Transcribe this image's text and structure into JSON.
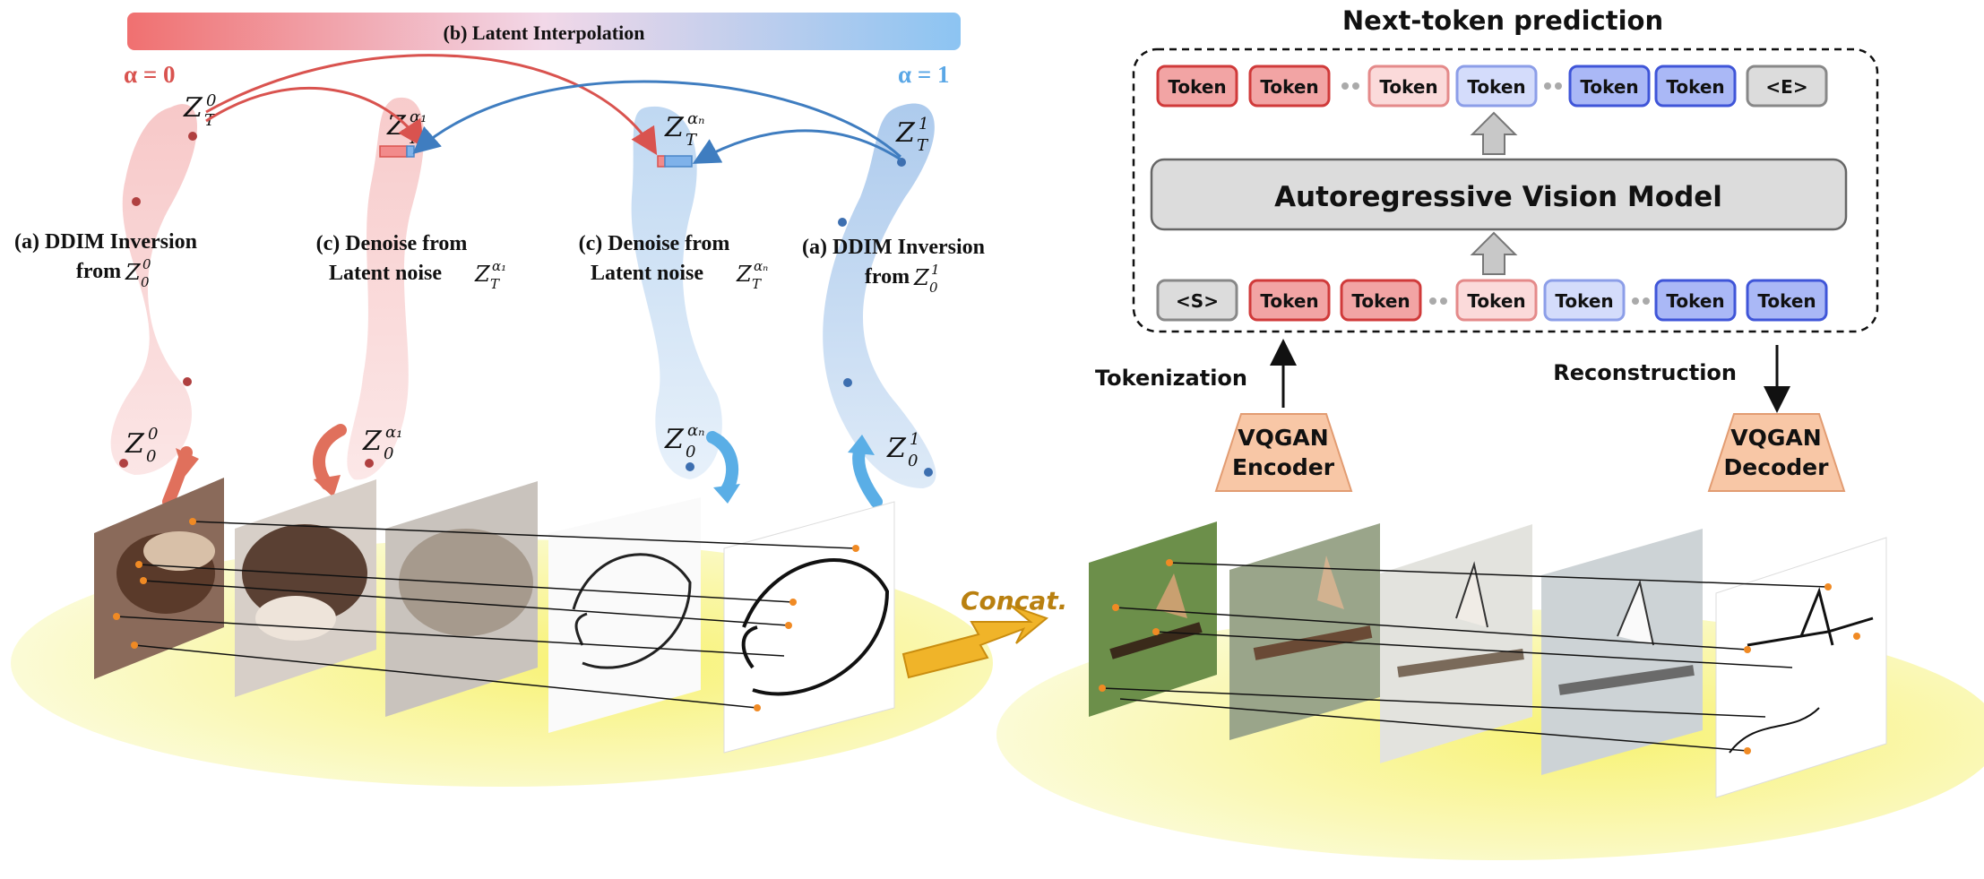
{
  "interpolation": {
    "title": "(b) Latent Interpolation",
    "alpha0_label": "α = 0",
    "alpha1_label": "α = 1"
  },
  "paths": [
    {
      "id": "inv0",
      "caption": [
        "(a) DDIM Inversion",
        "from"
      ],
      "math": "Z",
      "sub": "0",
      "sup": "0",
      "color": "#d9534f"
    },
    {
      "id": "den1",
      "caption": [
        "(c) Denoise from",
        "Latent noise"
      ],
      "math": "Z",
      "sub": "T",
      "sup": "α₁",
      "color": "#d9534f"
    },
    {
      "id": "denn",
      "caption": [
        "(c) Denoise from",
        "Latent noise"
      ],
      "math": "Z",
      "sub": "T",
      "sup": "αₙ",
      "color": "#4a86c8"
    },
    {
      "id": "inv1",
      "caption": [
        "(a) DDIM Inversion",
        "from"
      ],
      "math": "Z",
      "sub": "0",
      "sup": "1",
      "color": "#4a86c8"
    }
  ],
  "latents": {
    "zt0": {
      "base": "Z",
      "sub": "T",
      "sup": "0"
    },
    "ztA1": {
      "base": "Z",
      "sub": "T",
      "sup": "α₁"
    },
    "ztAn": {
      "base": "Z",
      "sub": "T",
      "sup": "αₙ"
    },
    "zt1": {
      "base": "Z",
      "sub": "T",
      "sup": "1"
    },
    "z00": {
      "base": "Z",
      "sub": "0",
      "sup": "0"
    },
    "z0A1": {
      "base": "Z",
      "sub": "0",
      "sup": "α₁"
    },
    "z0An": {
      "base": "Z",
      "sub": "0",
      "sup": "αₙ"
    },
    "z01": {
      "base": "Z",
      "sub": "0",
      "sup": "1"
    }
  },
  "concat_label": "Concat.",
  "ntp": {
    "title": "Next-token prediction",
    "model_label": "Autoregressive Vision Model",
    "output_tokens": [
      {
        "label": "Token",
        "kind": "red"
      },
      {
        "label": "Token",
        "kind": "red"
      },
      {
        "label": "Token",
        "kind": "lightred"
      },
      {
        "label": "Token",
        "kind": "lightblue"
      },
      {
        "label": "Token",
        "kind": "blue"
      },
      {
        "label": "Token",
        "kind": "blue"
      },
      {
        "label": "<E>",
        "kind": "gray"
      }
    ],
    "input_tokens": [
      {
        "label": "<S>",
        "kind": "gray"
      },
      {
        "label": "Token",
        "kind": "red"
      },
      {
        "label": "Token",
        "kind": "red"
      },
      {
        "label": "Token",
        "kind": "lightred"
      },
      {
        "label": "Token",
        "kind": "lightblue"
      },
      {
        "label": "Token",
        "kind": "blue"
      },
      {
        "label": "Token",
        "kind": "blue"
      }
    ],
    "tokenization_label": "Tokenization",
    "reconstruction_label": "Reconstruction",
    "encoder": [
      "VQGAN",
      "Encoder"
    ],
    "decoder": [
      "VQGAN",
      "Decoder"
    ]
  },
  "colors": {
    "red": "#d9534f",
    "blue": "#4a86c8",
    "orange_box": "#f8c7a6",
    "yellow_ellipse": "#f7f27a",
    "concat_arrow": "#f0b429"
  }
}
